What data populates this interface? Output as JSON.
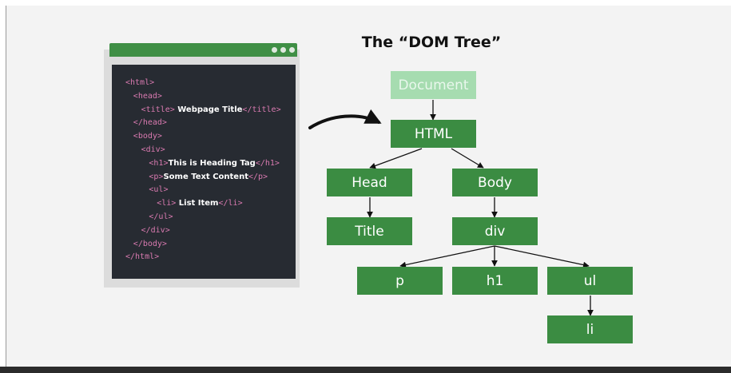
{
  "diagram": {
    "title": "The “DOM Tree”",
    "code_lines": [
      {
        "indent": 0,
        "parts": [
          {
            "t": "tag",
            "s": "<html>"
          }
        ]
      },
      {
        "indent": 1,
        "parts": [
          {
            "t": "tag",
            "s": "<head>"
          }
        ]
      },
      {
        "indent": 2,
        "parts": [
          {
            "t": "tag",
            "s": "<title>"
          },
          {
            "t": "txt",
            "s": " Webpage Title"
          },
          {
            "t": "tag",
            "s": "</title>"
          }
        ]
      },
      {
        "indent": 1,
        "parts": [
          {
            "t": "tag",
            "s": "</head>"
          }
        ]
      },
      {
        "indent": 1,
        "parts": [
          {
            "t": "tag",
            "s": "<body>"
          }
        ]
      },
      {
        "indent": 2,
        "parts": [
          {
            "t": "tag",
            "s": "<div>"
          }
        ]
      },
      {
        "indent": 3,
        "parts": [
          {
            "t": "tag",
            "s": "<h1>"
          },
          {
            "t": "txt",
            "s": "This is Heading Tag"
          },
          {
            "t": "tag",
            "s": "</h1>"
          }
        ]
      },
      {
        "indent": 3,
        "parts": [
          {
            "t": "tag",
            "s": "<p>"
          },
          {
            "t": "txt",
            "s": "Some Text Content"
          },
          {
            "t": "tag",
            "s": "</p>"
          }
        ]
      },
      {
        "indent": 3,
        "parts": [
          {
            "t": "tag",
            "s": "<ul>"
          }
        ]
      },
      {
        "indent": 4,
        "parts": [
          {
            "t": "tag",
            "s": "<li>"
          },
          {
            "t": "txt",
            "s": " List Item"
          },
          {
            "t": "tag",
            "s": "</li>"
          }
        ]
      },
      {
        "indent": 3,
        "parts": [
          {
            "t": "tag",
            "s": "</ul>"
          }
        ]
      },
      {
        "indent": 2,
        "parts": [
          {
            "t": "tag",
            "s": "</div>"
          }
        ]
      },
      {
        "indent": 1,
        "parts": [
          {
            "t": "tag",
            "s": "</body>"
          }
        ]
      },
      {
        "indent": 0,
        "parts": [
          {
            "t": "tag",
            "s": "</html>"
          }
        ]
      }
    ],
    "nodes": {
      "document": "Document",
      "html": "HTML",
      "head": "Head",
      "body": "Body",
      "title": "Title",
      "div": "div",
      "p": "p",
      "h1": "h1",
      "ul": "ul",
      "li": "li"
    },
    "colors": {
      "node": "#3b8c42",
      "document_node": "#a6dcb0",
      "tag": "#d97ab0",
      "code_bg": "#272b32"
    }
  }
}
